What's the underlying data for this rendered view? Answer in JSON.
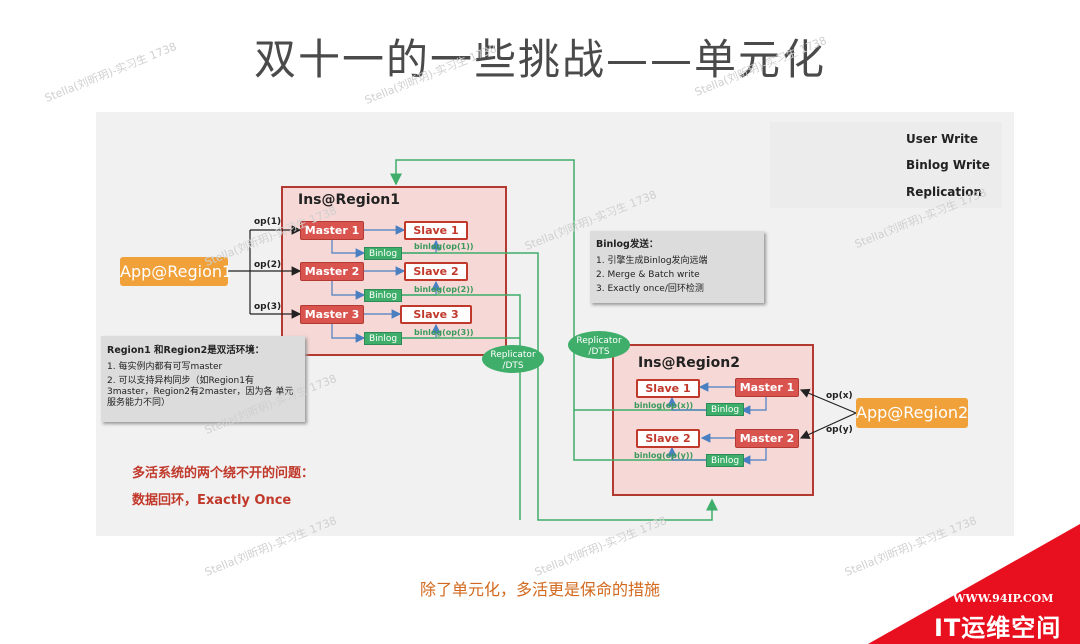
{
  "slide": {
    "title": "双十一的一些挑战——单元化",
    "footer": "除了单元化，多活更是保命的措施"
  },
  "legend": {
    "user_write": "User Write",
    "binlog_write": "Binlog Write",
    "replication": "Replication",
    "colors": {
      "user_write": "#222222",
      "binlog_write": "#3fae6a",
      "replication": "#4a7fc1"
    }
  },
  "region1": {
    "title": "Ins@Region1",
    "app": "App@Region1",
    "ops": [
      "op(1)",
      "op(2)",
      "op(3)"
    ],
    "masters": [
      "Master 1",
      "Master 2",
      "Master 3"
    ],
    "slaves": [
      "Slave 1",
      "Slave 2",
      "Slave 3"
    ],
    "binlog": "Binlog",
    "binlog_ops": [
      "binlog(op(1))",
      "binlog(op(2))",
      "binlog(op(3))"
    ]
  },
  "region2": {
    "title": "Ins@Region2",
    "app": "App@Region2",
    "ops": [
      "op(x)",
      "op(y)"
    ],
    "masters": [
      "Master 1",
      "Master 2"
    ],
    "slaves": [
      "Slave 1",
      "Slave 2"
    ],
    "binlog": "Binlog",
    "binlog_ops": [
      "binlog(op(x))",
      "binlog(op(y))"
    ]
  },
  "replicators": [
    "Replicator\n/DTS",
    "Replicator\n/DTS"
  ],
  "binlog_note": {
    "title": "Binlog发送：",
    "items": [
      "1.   引擎生成Binlog发向远端",
      "2.   Merge & Batch write",
      "3.   Exactly once/回环检测"
    ]
  },
  "region_note": {
    "title": "Region1 和Region2是双活环境：",
    "items": [
      "1.   每实例内都有可写master",
      "2.   可以支持异构同步（如Region1有 3master，Region2有2master，因为各 单元服务能力不同）"
    ]
  },
  "problems": {
    "line1": "多活系统的两个绕不开的问题：",
    "line2": "数据回环，Exactly Once"
  },
  "watermark": "Stella(刘昕玥)-实习生 1738",
  "logo": {
    "url": "WWW.94IP.COM",
    "name": "IT运维空间"
  }
}
